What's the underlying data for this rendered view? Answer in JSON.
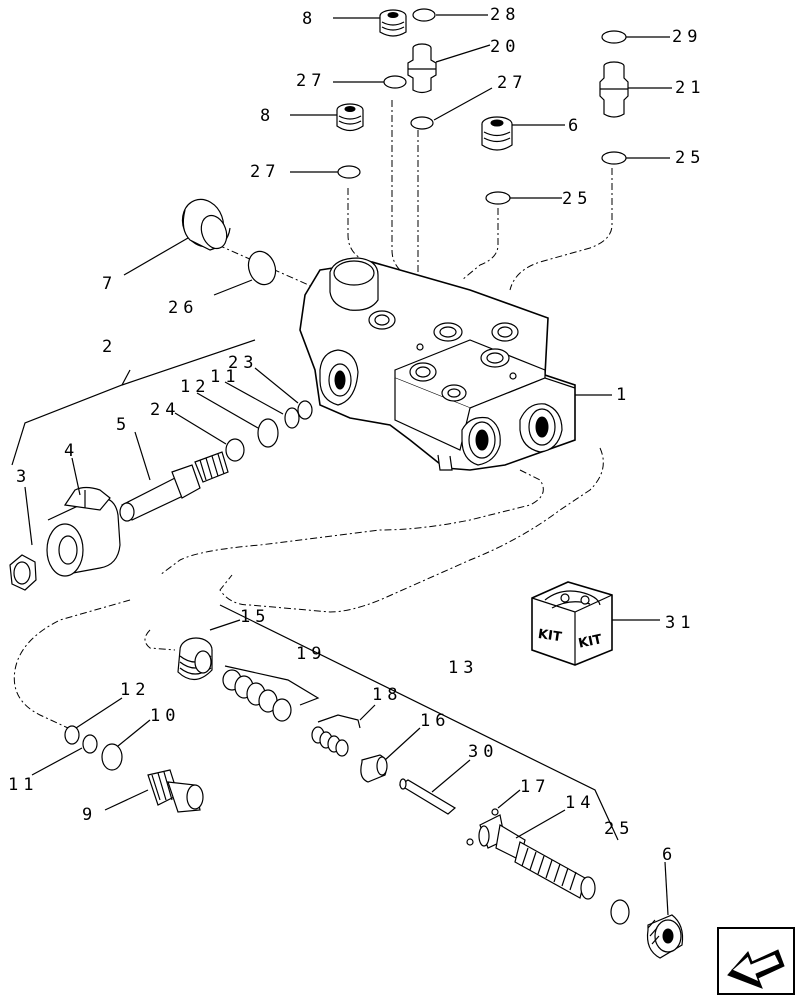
{
  "labels": {
    "p1": "1",
    "p2": "2",
    "p3": "3",
    "p4": "4",
    "p5": "5",
    "p6a": "6",
    "p6b": "6",
    "p7": "7",
    "p8a": "8",
    "p8b": "8",
    "p9": "9",
    "p10": "10",
    "p11a": "11",
    "p11b": "11",
    "p12a": "12",
    "p12b": "12",
    "p13": "13",
    "p14": "14",
    "p15": "15",
    "p16": "16",
    "p17": "17",
    "p18": "18",
    "p19": "19",
    "p20": "20",
    "p21": "21",
    "p23": "23",
    "p24": "24",
    "p25a": "25",
    "p25b": "25",
    "p25c": "25",
    "p26": "26",
    "p27a": "27",
    "p27b": "27",
    "p27c": "27",
    "p28": "28",
    "p29": "29",
    "p30": "30",
    "p31": "31"
  },
  "kit": {
    "left": "KIT",
    "right": "KIT"
  },
  "nav": {
    "icon": "arrow-icon"
  }
}
